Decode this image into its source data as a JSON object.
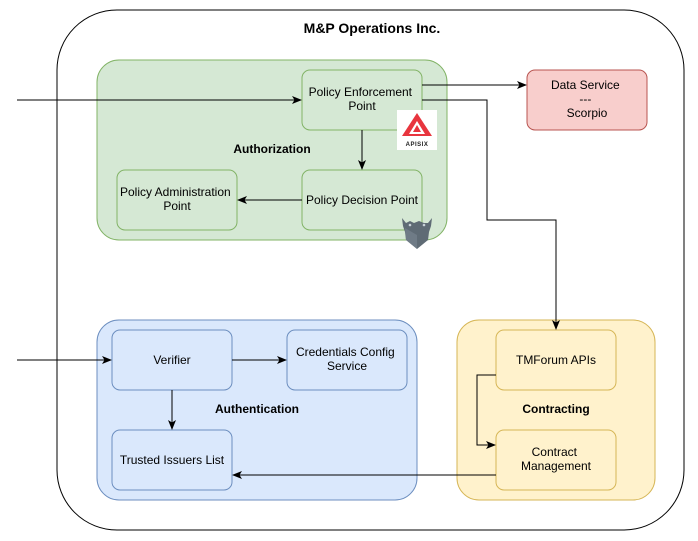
{
  "diagram": {
    "title": "M&P Operations Inc.",
    "groups": {
      "authorization": "Authorization",
      "authentication": "Authentication",
      "contracting": "Contracting"
    },
    "nodes": {
      "pep": [
        "Policy Enforcement",
        "Point"
      ],
      "pdp": [
        "Policy Decision Point"
      ],
      "pap": [
        "Policy Administration",
        "Point"
      ],
      "data_service": [
        "Data Service",
        "---",
        "Scorpio"
      ],
      "verifier": [
        "Verifier"
      ],
      "ccs": [
        "Credentials Config",
        "Service"
      ],
      "til": [
        "Trusted Issuers List"
      ],
      "tmforum": [
        "TMForum APIs"
      ],
      "contract": [
        "Contract",
        "Management"
      ]
    },
    "logos": {
      "apisix": {
        "icon": "apisix-logo",
        "text": "APISIX",
        "color": "#e8353e"
      },
      "opa": {
        "icon": "opa-logo",
        "color": "#5f6b75"
      }
    },
    "colors": {
      "authorization_fill": "#d5e8d4",
      "authorization_stroke": "#82b366",
      "authentication_fill": "#dae8fc",
      "authentication_stroke": "#6c8ebf",
      "contracting_fill": "#fff2cc",
      "contracting_stroke": "#d6b656",
      "data_service_fill": "#f8cecc",
      "data_service_stroke": "#b85450"
    }
  }
}
